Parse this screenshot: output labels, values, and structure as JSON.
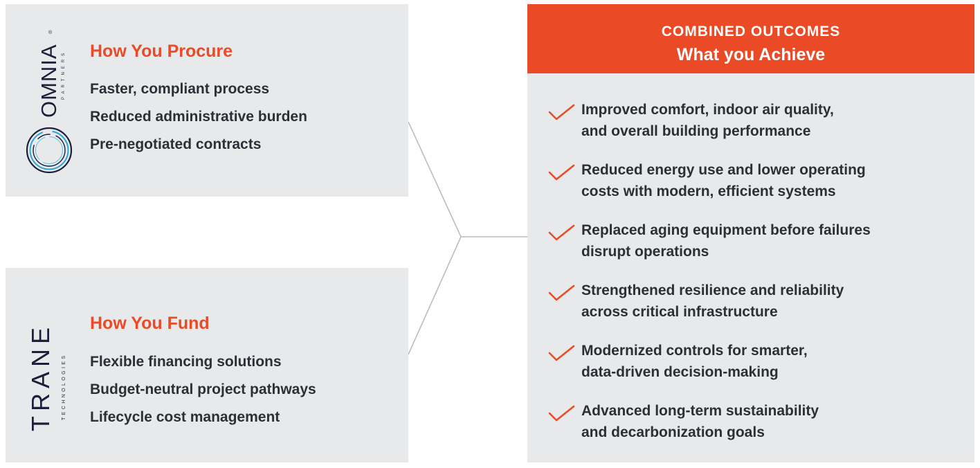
{
  "procure": {
    "logo_text": "OMNIA",
    "logo_subtext": "PARTNERS",
    "logo_mark": "®",
    "title": "How You Procure",
    "items": [
      "Faster, compliant process",
      "Reduced administrative burden",
      "Pre-negotiated contracts"
    ]
  },
  "fund": {
    "logo_text": "TRANE",
    "logo_subtext": "TECHNOLOGIES",
    "title": "How You Fund",
    "items": [
      "Flexible financing solutions",
      "Budget-neutral project pathways",
      "Lifecycle cost management"
    ]
  },
  "outcomes": {
    "kicker": "COMBINED OUTCOMES",
    "title": "What you Achieve",
    "items": [
      "Improved comfort, indoor air quality,\nand overall building performance",
      "Reduced energy use and lower operating\ncosts with modern, efficient systems",
      "Replaced aging equipment before failures\ndisrupt operations",
      "Strengthened resilience and reliability\nacross critical infrastructure",
      "Modernized controls for smarter,\ndata-driven decision-making",
      "Advanced long-term sustainability\nand decarbonization goals"
    ]
  },
  "colors": {
    "accent": "#ea4b26",
    "panel": "#e8e9eb",
    "text": "#2b2f36",
    "logo": "#1b1f3a"
  },
  "icons": {
    "procure_logo": "omnia-partners-logo",
    "fund_logo": "trane-technologies-logo",
    "bullet": "check-icon"
  }
}
